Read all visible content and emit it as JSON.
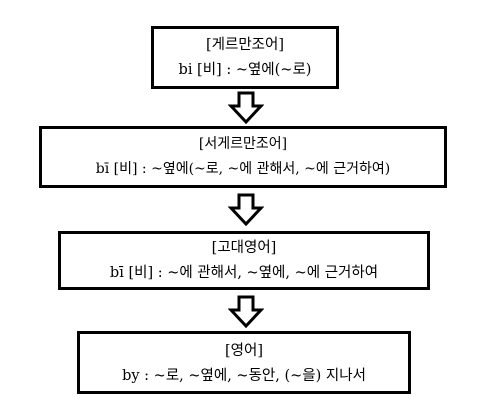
{
  "stages": [
    {
      "title": "[게르만조어]",
      "form": "bi [비] : ~옆에(~로)"
    },
    {
      "title": "[서게르만조어]",
      "form": "bī [비] : ~옆에(~로, ~에 관해서, ~에 근거하여)"
    },
    {
      "title": "[고대영어]",
      "form": "bī [비] : ~에 관해서, ~옆에, ~에 근거하여"
    },
    {
      "title": "[영어]",
      "form": "by : ~로, ~옆에, ~동안, (~을) 지나서"
    }
  ],
  "arrow_icon": "down-arrow-outline-icon",
  "colors": {
    "stroke": "#000000",
    "background": "#ffffff"
  }
}
